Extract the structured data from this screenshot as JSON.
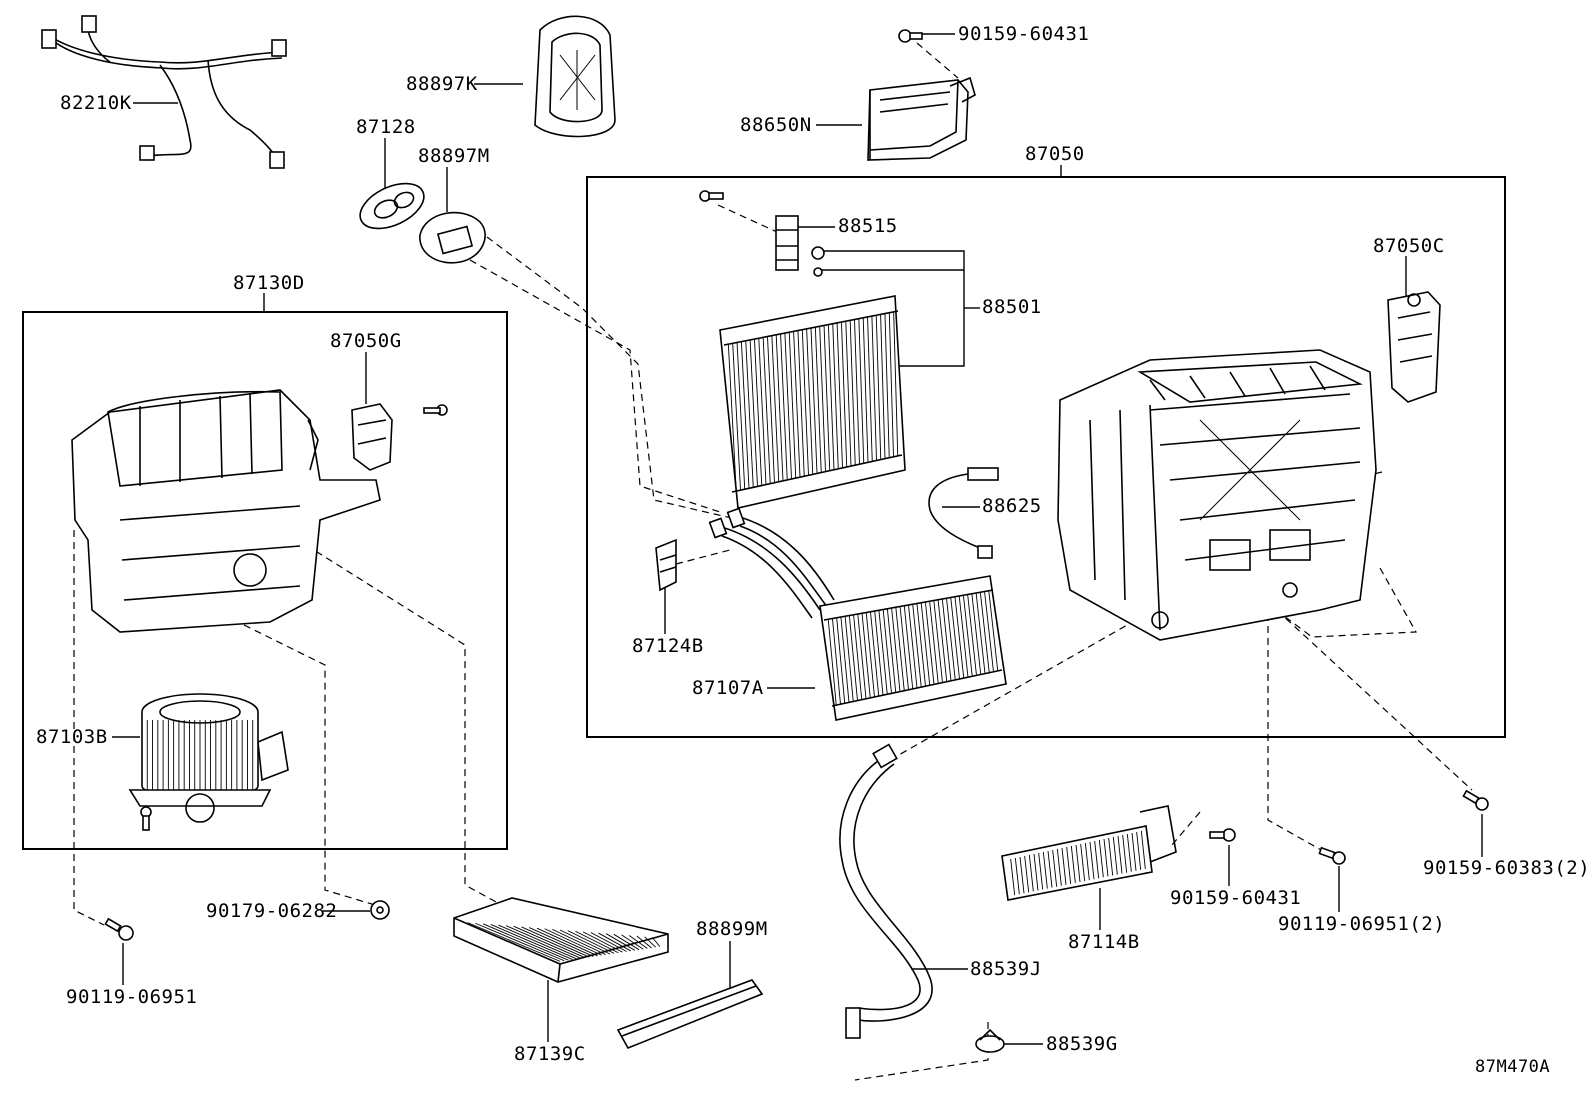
{
  "labels": {
    "p82210K": "82210K",
    "p88897K": "88897K",
    "p90159_60431_top": "90159-60431",
    "p87128": "87128",
    "p88897M": "88897M",
    "p88650N": "88650N",
    "p87050": "87050",
    "p88515": "88515",
    "p88501": "88501",
    "p87050C": "87050C",
    "p87130D": "87130D",
    "p87050G": "87050G",
    "p88625": "88625",
    "p87124B": "87124B",
    "p87107A": "87107A",
    "p87103B": "87103B",
    "p90159_60383": "90159-60383(2)",
    "p90159_60431_mid": "90159-60431",
    "p90119_06951_2": "90119-06951(2)",
    "p87114B": "87114B",
    "p90179_06282": "90179-06282",
    "p88899M": "88899M",
    "p88539J": "88539J",
    "p90119_06951": "90119-06951",
    "p88539G": "88539G",
    "p87139C": "87139C",
    "drawing_code": "87M470A"
  }
}
